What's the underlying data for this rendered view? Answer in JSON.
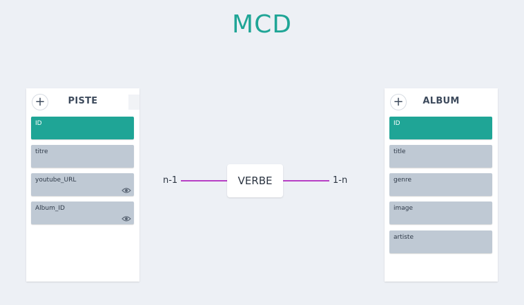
{
  "title": "MCD",
  "entities": [
    {
      "name": "PISTE",
      "add_label": "+",
      "fields": [
        {
          "label": "ID",
          "primary": true,
          "icon": ""
        },
        {
          "label": "titre",
          "primary": false,
          "icon": ""
        },
        {
          "label": "youtube_URL",
          "primary": false,
          "icon": "eye-icon"
        },
        {
          "label": "Album_ID",
          "primary": false,
          "icon": "eye-icon"
        }
      ]
    },
    {
      "name": "ALBUM",
      "add_label": "+",
      "fields": [
        {
          "label": "ID",
          "primary": true,
          "icon": ""
        },
        {
          "label": "title",
          "primary": false,
          "icon": ""
        },
        {
          "label": "genre",
          "primary": false,
          "icon": ""
        },
        {
          "label": "image",
          "primary": false,
          "icon": ""
        },
        {
          "label": "artiste",
          "primary": false,
          "icon": ""
        }
      ]
    }
  ],
  "association": {
    "label": "VERBE",
    "left_cardinality": "n-1",
    "right_cardinality": "1-n",
    "line_color": "#b73dc4"
  },
  "colors": {
    "accent": "#1fa596",
    "field_bg": "#bfc9d4",
    "background": "#edf0f5"
  }
}
